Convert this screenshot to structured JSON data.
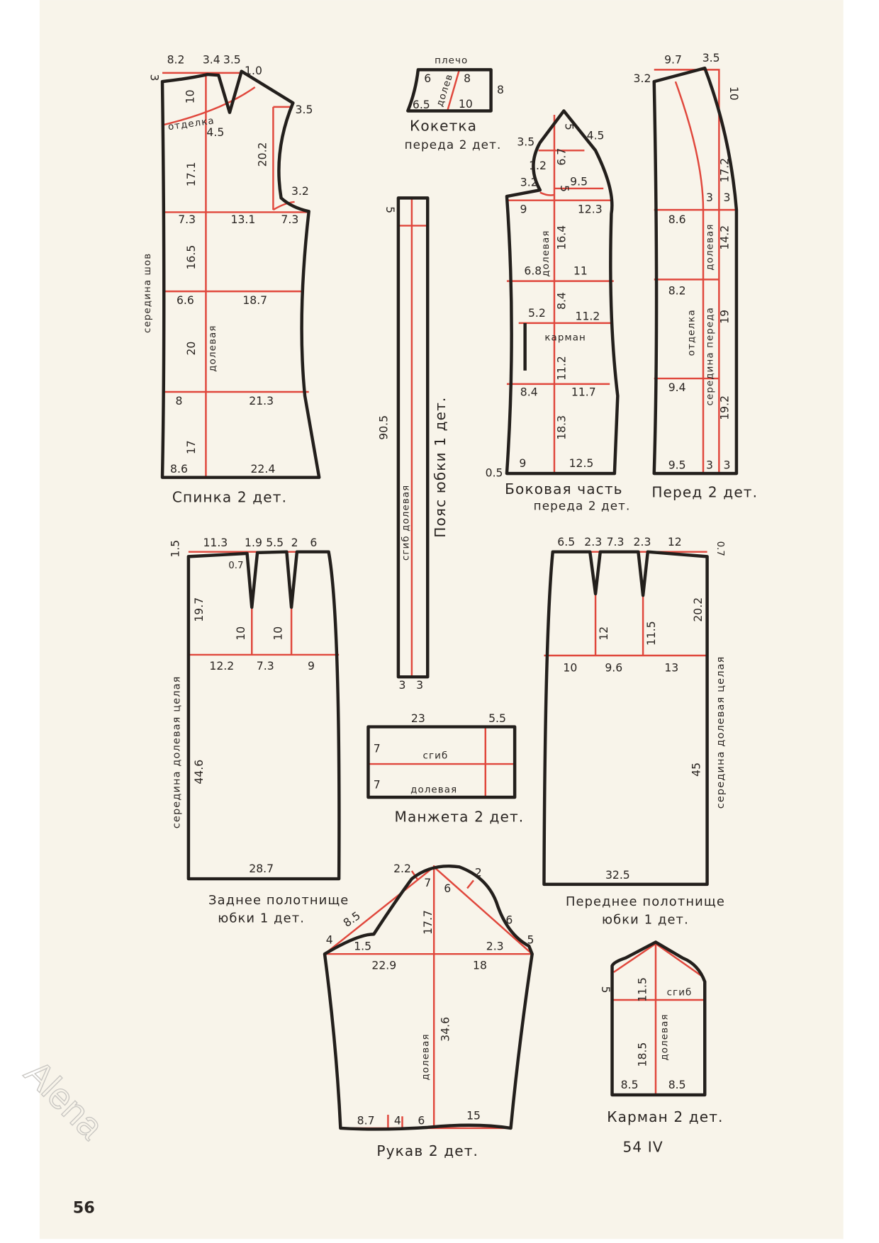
{
  "page_number": "56",
  "watermark": "Alena",
  "figure_ref": "54 IV",
  "colors": {
    "outline": "#231f1c",
    "construction": "#e0473c",
    "paper": "#f8f4ea"
  },
  "back": {
    "title": "Спинка 2 дет.",
    "labels": [
      "8.2",
      "3.4",
      "3.5",
      "1.0",
      "3",
      "10",
      "отделка",
      "4.5",
      "3.5",
      "20.2",
      "3.2",
      "17.1",
      "7.3",
      "13.1",
      "7.3",
      "16.5",
      "середина шов",
      "6.6",
      "18.7",
      "20",
      "долевая",
      "8",
      "21.3",
      "17",
      "8.6",
      "22.4"
    ]
  },
  "yoke": {
    "title": "Кокетка",
    "subtitle": "переда 2 дет.",
    "labels": [
      "плечо",
      "6",
      "долев",
      "8",
      "8",
      "6.5",
      "10"
    ]
  },
  "belt": {
    "title": "Пояс юбки 1 дет.",
    "labels": [
      "5",
      "90.5",
      "сгиб долевая",
      "3",
      "3"
    ]
  },
  "side_front": {
    "title": "Боковая часть",
    "subtitle": "переда 2 дет.",
    "labels": [
      "3.5",
      "5",
      "4.5",
      "6.7",
      "1.2",
      "3.2",
      "5",
      "9.5",
      "9",
      "12.3",
      "16.4",
      "долевая",
      "6.8",
      "11",
      "8.4",
      "5.2",
      "11.2",
      "карман",
      "11.2",
      "8.4",
      "11.7",
      "18.3",
      "0.5",
      "9",
      "12.5"
    ]
  },
  "front": {
    "title": "Перед 2 дет.",
    "labels": [
      "9.7",
      "3.5",
      "3.2",
      "10",
      "17.2",
      "3",
      "3",
      "8.6",
      "долевая",
      "14.2",
      "8.2",
      "отделка",
      "середина переда",
      "19",
      "9.4",
      "19.2",
      "9.5",
      "3",
      "3"
    ]
  },
  "back_skirt": {
    "title": "Заднее полотнище",
    "subtitle": "юбки 1 дет.",
    "labels": [
      "1.5",
      "11.3",
      "1.9",
      "5.5",
      "2",
      "6",
      "0.7",
      "19.7",
      "10",
      "10",
      "12.2",
      "7.3",
      "9",
      "середина долевая целая",
      "44.6",
      "28.7"
    ]
  },
  "front_skirt": {
    "title": "Переднее полотнище",
    "subtitle": "юбки 1 дет.",
    "labels": [
      "6.5",
      "2.3",
      "7.3",
      "2.3",
      "12",
      "0.7",
      "12",
      "11.5",
      "20.2",
      "10",
      "9.6",
      "13",
      "45",
      "середина долевая целая",
      "32.5"
    ]
  },
  "cuff": {
    "title": "Манжета 2 дет.",
    "labels": [
      "23",
      "5.5",
      "7",
      "сгиб",
      "7",
      "долевая"
    ]
  },
  "sleeve": {
    "title": "Рукав 2 дет.",
    "labels": [
      "2.2",
      "7",
      "6",
      "2",
      "8.5",
      "6",
      "4",
      "5",
      "1.5",
      "17.7",
      "2.3",
      "22.9",
      "18",
      "долевая",
      "34.6",
      "8.7",
      "4",
      "6",
      "15"
    ]
  },
  "pocket": {
    "title": "Карман 2 дет.",
    "labels": [
      "5",
      "11.5",
      "сгиб",
      "18.5",
      "долевая",
      "8.5",
      "8.5"
    ]
  }
}
